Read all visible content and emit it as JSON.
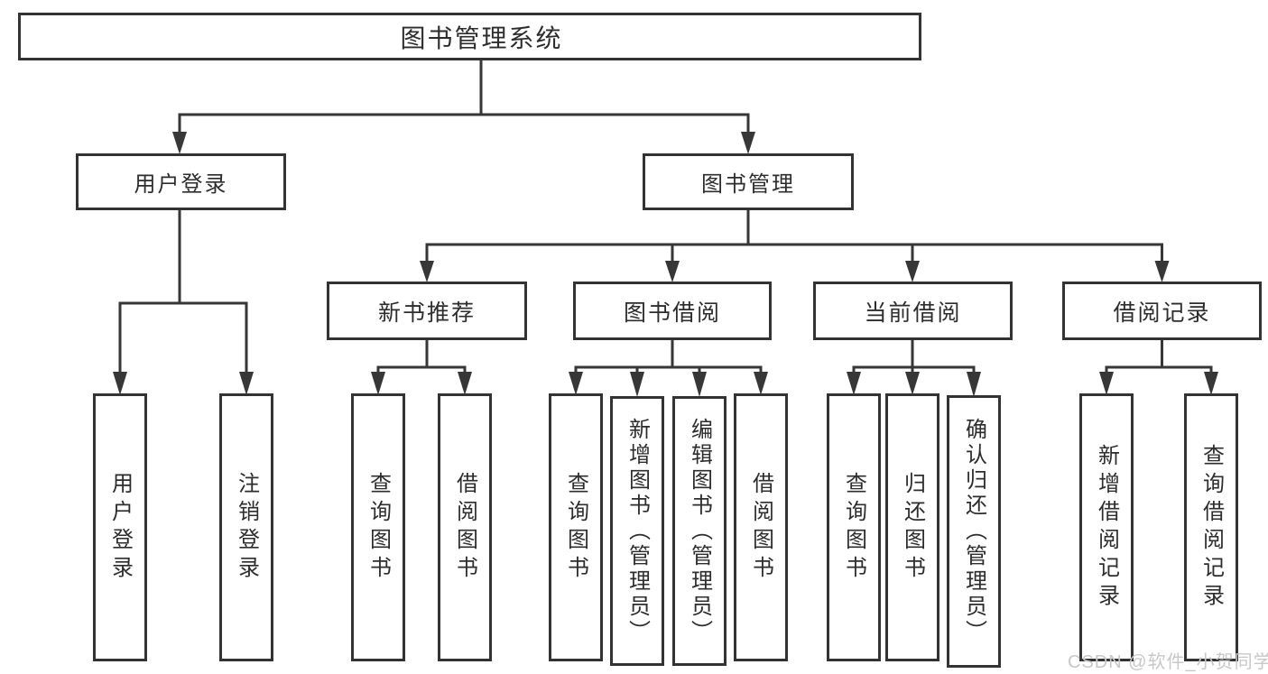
{
  "diagram": {
    "title_node": {
      "label": "图书管理系统"
    },
    "level2": [
      {
        "label": "用户登录"
      },
      {
        "label": "图书管理"
      }
    ],
    "level3": [
      {
        "label": "新书推荐"
      },
      {
        "label": "图书借阅"
      },
      {
        "label": "当前借阅"
      },
      {
        "label": "借阅记录"
      }
    ],
    "leaves": [
      {
        "label": "用户登录"
      },
      {
        "label": "注销登录"
      },
      {
        "label": "查询图书"
      },
      {
        "label": "借阅图书"
      },
      {
        "label": "查询图书"
      },
      {
        "label": "新增图书（管理员）"
      },
      {
        "label": "编辑图书（管理员）"
      },
      {
        "label": "借阅图书"
      },
      {
        "label": "查询图书"
      },
      {
        "label": "归还图书"
      },
      {
        "label": "确认归还（管理员）"
      },
      {
        "label": "新增借阅记录"
      },
      {
        "label": "查询借阅记录"
      }
    ],
    "watermark": "CSDN @软件_小贺同学",
    "colors": {
      "line": "#373737",
      "border": "#333333",
      "text": "#2d2d2d",
      "watermark": "#c8c8c8",
      "background": "#ffffff"
    }
  }
}
